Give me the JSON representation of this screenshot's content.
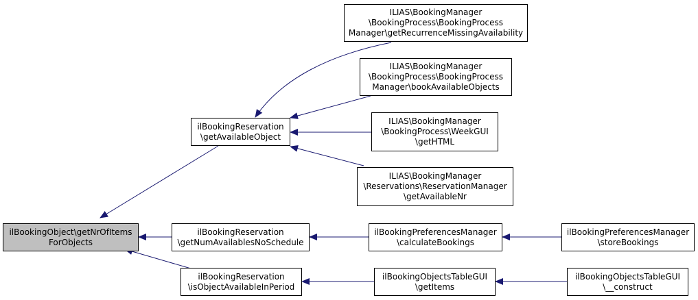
{
  "colors": {
    "edge": "#191970",
    "root_fill": "#bfbfbf",
    "node_fill": "#ffffff",
    "border": "#000000"
  },
  "nodes": {
    "root": {
      "lines": [
        "ilBookingObject\\getNrOfItems",
        "ForObjects"
      ]
    },
    "get_available_object": {
      "lines": [
        "ilBookingReservation",
        "\\getAvailableObject"
      ]
    },
    "get_num_availables_no_schedule": {
      "lines": [
        "ilBookingReservation",
        "\\getNumAvailablesNoSchedule"
      ]
    },
    "is_object_available_in_period": {
      "lines": [
        "ilBookingReservation",
        "\\isObjectAvailableInPeriod"
      ]
    },
    "get_recurrence_missing_availability": {
      "lines": [
        "ILIAS\\BookingManager",
        "\\BookingProcess\\BookingProcess",
        "Manager\\getRecurrenceMissingAvailability"
      ]
    },
    "book_available_objects": {
      "lines": [
        "ILIAS\\BookingManager",
        "\\BookingProcess\\BookingProcess",
        "Manager\\bookAvailableObjects"
      ]
    },
    "week_gui_get_html": {
      "lines": [
        "ILIAS\\BookingManager",
        "\\BookingProcess\\WeekGUI",
        "\\getHTML"
      ]
    },
    "reservation_manager_get_available_nr": {
      "lines": [
        "ILIAS\\BookingManager",
        "\\Reservations\\ReservationManager",
        "\\getAvailableNr"
      ]
    },
    "calculate_bookings": {
      "lines": [
        "ilBookingPreferencesManager",
        "\\calculateBookings"
      ]
    },
    "store_bookings": {
      "lines": [
        "ilBookingPreferencesManager",
        "\\storeBookings"
      ]
    },
    "table_gui_get_items": {
      "lines": [
        "ilBookingObjectsTableGUI",
        "\\getItems"
      ]
    },
    "table_gui_construct": {
      "lines": [
        "ilBookingObjectsTableGUI",
        "\\__construct"
      ]
    }
  }
}
